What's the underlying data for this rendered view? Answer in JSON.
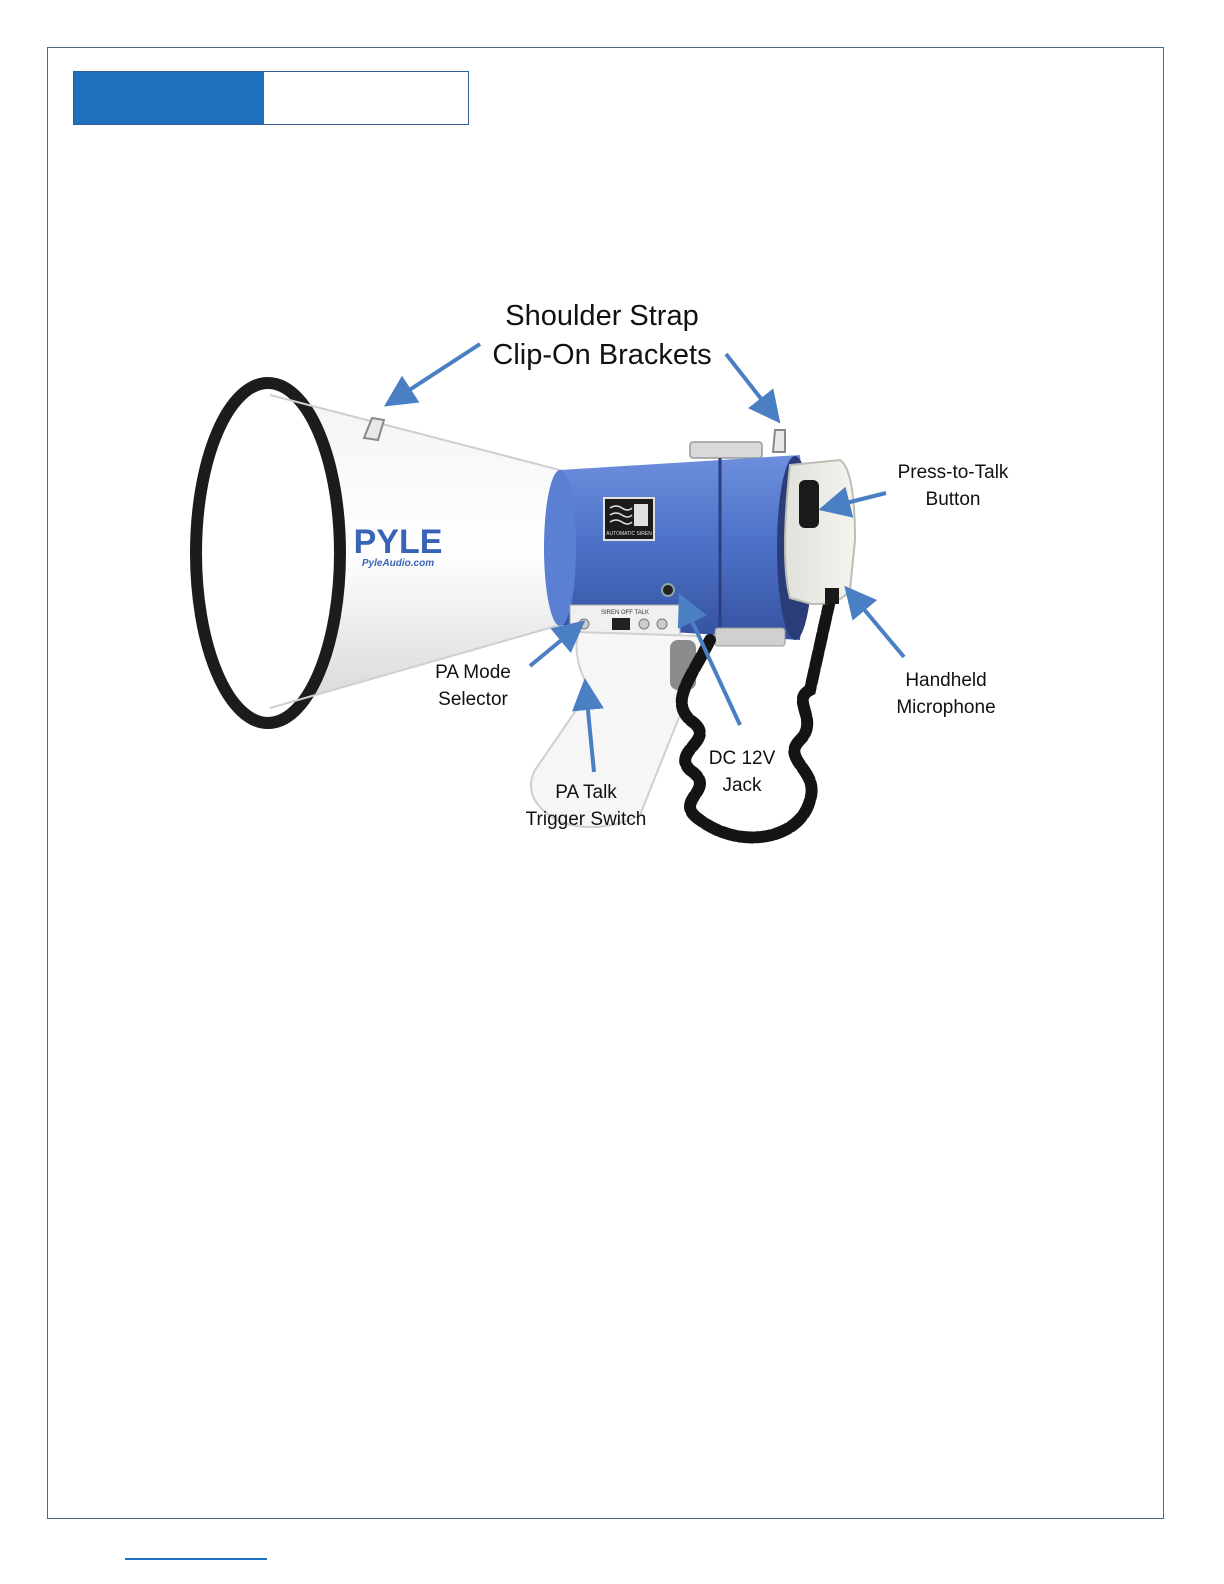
{
  "callouts": {
    "shoulder_strap_line1": "Shoulder Strap",
    "shoulder_strap_line2": "Clip-On Brackets",
    "press_to_talk_line1": "Press-to-Talk",
    "press_to_talk_line2": "Button",
    "pa_mode_line1": "PA Mode",
    "pa_mode_line2": "Selector",
    "handheld_mic_line1": "Handheld",
    "handheld_mic_line2": "Microphone",
    "dc_jack_line1": "DC 12V",
    "dc_jack_line2": "Jack",
    "pa_talk_line1": "PA Talk",
    "pa_talk_line2": "Trigger Switch"
  },
  "product": {
    "brand": "PYLE",
    "brand_url": "PyleAudio.com",
    "badge_text": "AUTOMATIC SIREN",
    "switch_labels": "SIREN  OFF  TALK"
  },
  "colors": {
    "accent_blue": "#1f6fbf",
    "arrow_blue": "#4a7fc4",
    "megaphone_blue": "#4f73c9"
  }
}
